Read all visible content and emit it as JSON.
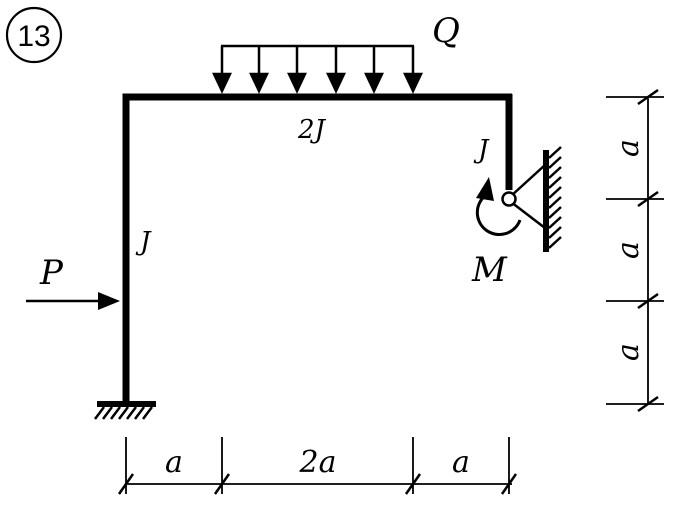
{
  "problem_number": "13",
  "loads": {
    "distributed": "Q",
    "point_force": "P",
    "moment": "M"
  },
  "stiffness": {
    "beam": "2J",
    "left_column": "J",
    "right_column": "J"
  },
  "dimensions": {
    "horizontal": [
      "a",
      "2a",
      "a"
    ],
    "vertical": [
      "a",
      "a",
      "a"
    ]
  },
  "colors": {
    "ink": "#000000",
    "background": "#ffffff"
  }
}
